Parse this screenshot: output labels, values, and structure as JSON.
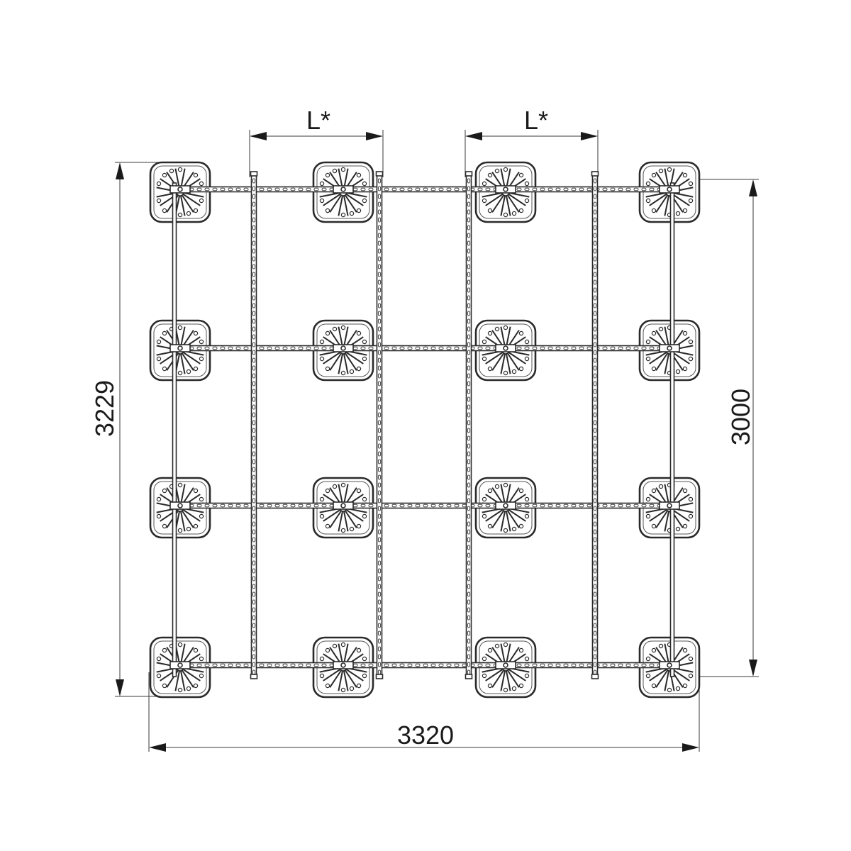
{
  "dimensions": {
    "overall_width": "3320",
    "overall_height": "3229",
    "rail_spacing": "3000",
    "span_left": "L*",
    "span_right": "L*"
  },
  "grid": {
    "rows": 4,
    "columns": 4
  }
}
